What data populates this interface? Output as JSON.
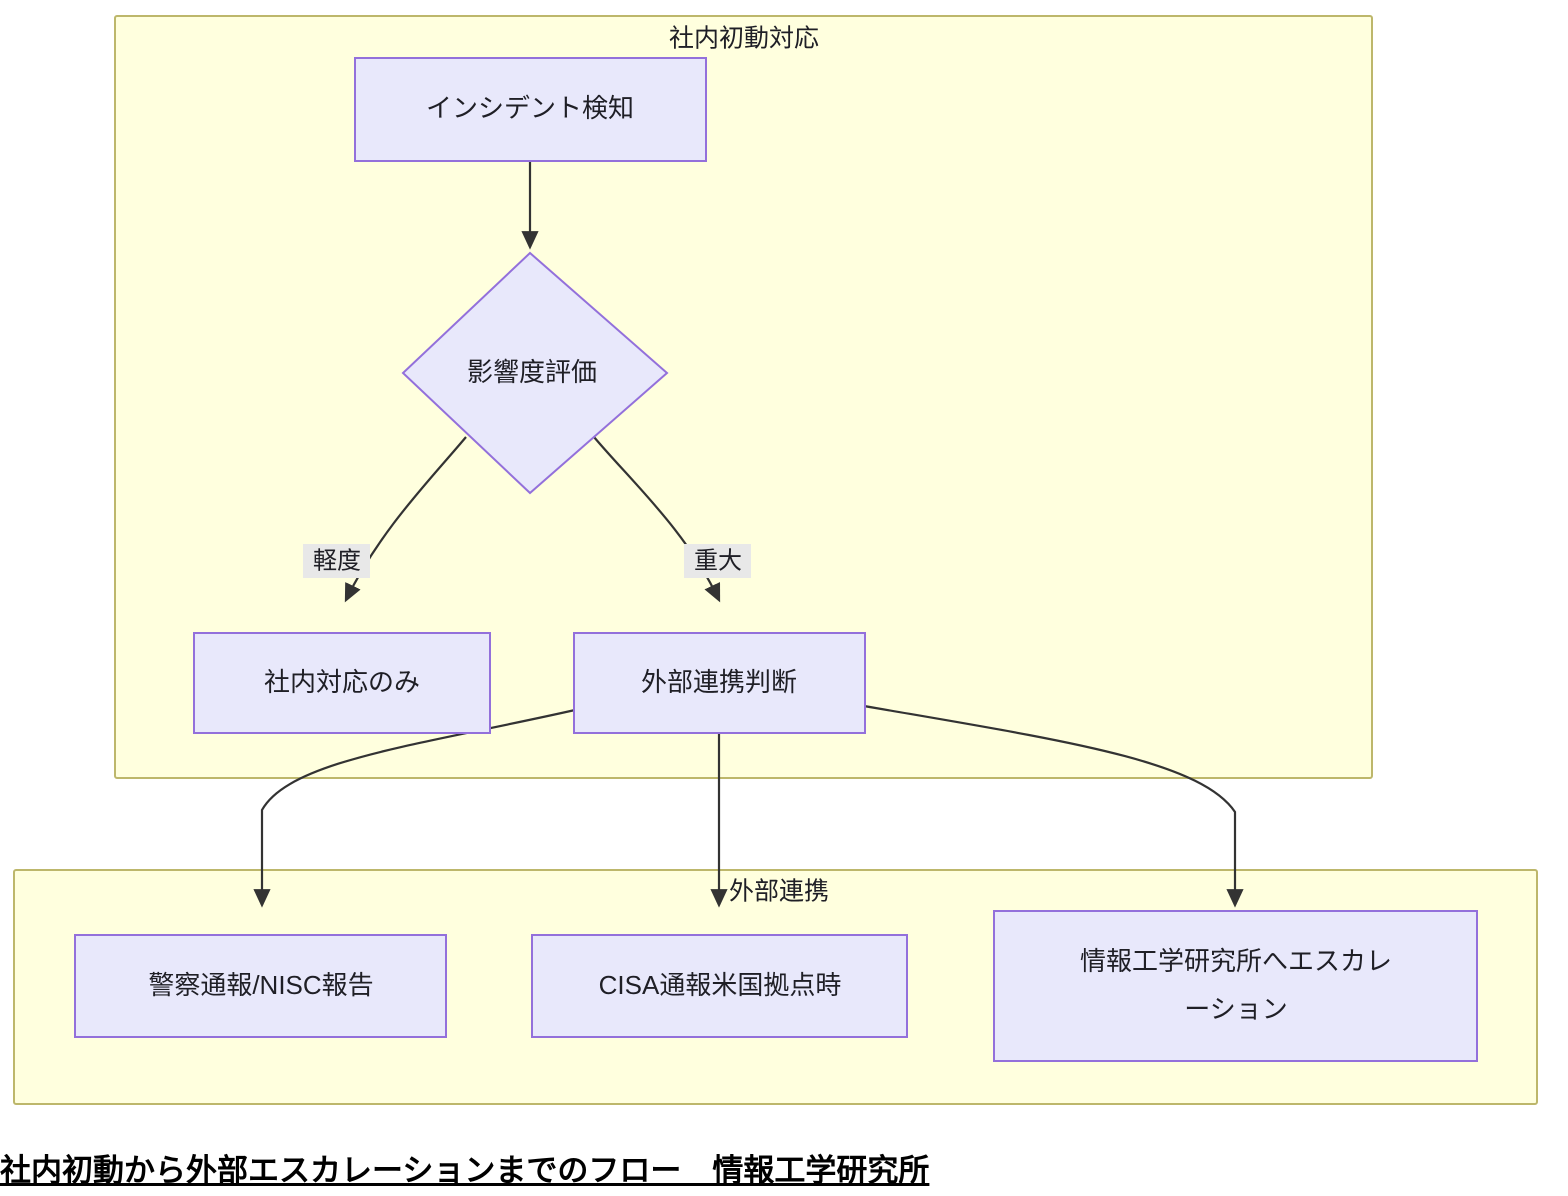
{
  "diagram": {
    "type": "flowchart",
    "direction": "top-down",
    "caption": "社内初動から外部エスカレーションまでのフロー　情報工学研究所",
    "colors": {
      "cluster_fill": "#ffffde",
      "cluster_stroke": "#bdb76b",
      "node_fill": "#e8e8fb",
      "node_stroke": "#9370db",
      "edge_stroke": "#333333",
      "edge_label_bg": "#e8e8e8",
      "text": "#1f1f26"
    },
    "clusters": [
      {
        "id": "cluster-internal",
        "label": "社内初動対応"
      },
      {
        "id": "cluster-external",
        "label": "外部連携"
      }
    ],
    "nodes": [
      {
        "id": "incident-detect",
        "label": "インシデント検知",
        "shape": "rect",
        "cluster": "cluster-internal"
      },
      {
        "id": "impact-assessment",
        "label": "影響度評価",
        "shape": "diamond",
        "cluster": "cluster-internal"
      },
      {
        "id": "internal-only",
        "label": "社内対応のみ",
        "shape": "rect",
        "cluster": "cluster-internal"
      },
      {
        "id": "external-decision",
        "label": "外部連携判断",
        "shape": "rect",
        "cluster": "cluster-internal"
      },
      {
        "id": "police-nisc",
        "label": "警察通報/NISC報告",
        "shape": "rect",
        "cluster": "cluster-external"
      },
      {
        "id": "cisa-report",
        "label": "CISA通報米国拠点時",
        "shape": "rect",
        "cluster": "cluster-external"
      },
      {
        "id": "escalate-lab",
        "label_line1": "情報工学研究所へエスカレ",
        "label_line2": "ーション",
        "shape": "rect",
        "cluster": "cluster-external"
      }
    ],
    "edges": [
      {
        "from": "incident-detect",
        "to": "impact-assessment",
        "label": ""
      },
      {
        "from": "impact-assessment",
        "to": "internal-only",
        "label": "軽度"
      },
      {
        "from": "impact-assessment",
        "to": "external-decision",
        "label": "重大"
      },
      {
        "from": "external-decision",
        "to": "police-nisc",
        "label": ""
      },
      {
        "from": "external-decision",
        "to": "cisa-report",
        "label": ""
      },
      {
        "from": "external-decision",
        "to": "escalate-lab",
        "label": ""
      }
    ]
  }
}
